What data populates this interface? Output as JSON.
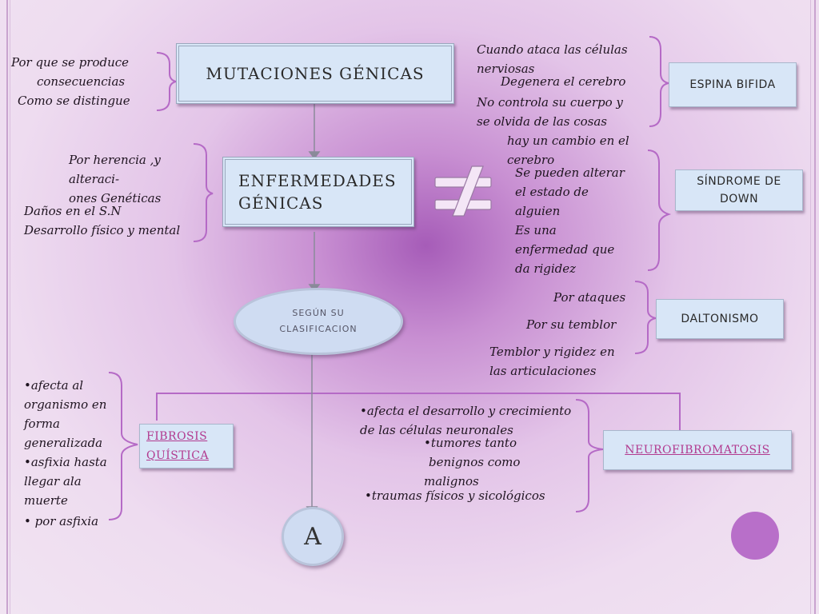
{
  "nodes": {
    "mutaciones": "MUTACIONES GÉNICAS",
    "enfermedades": "ENFERMEDADES GÉNICAS",
    "segun": "SEGÚN SU CLASIFICACION",
    "espina": "ESPINA BIFIDA",
    "sindrome": "SÍNDROME DE DOWN",
    "daltonismo": "DALTONISMO",
    "fibrosis": "FIBROSIS QUÍSTICA",
    "neuro": "NEUROFIBROMATOSIS",
    "a": "A"
  },
  "mutaciones_notes": [
    "Por que se produce",
    "consecuencias",
    "Como se distingue"
  ],
  "enfermedades_notes": [
    "Por herencia ,y",
    "alteraci-",
    "ones  Genéticas",
    "Daños en el S.N",
    "Desarrollo físico y mental"
  ],
  "espina_notes": [
    "Cuando ataca las células",
    "nerviosas",
    "Degenera el cerebro",
    "No controla su cuerpo y",
    "se olvida de las cosas"
  ],
  "sindrome_notes": [
    "hay un cambio en el",
    "cerebro",
    "Se pueden alterar",
    "el estado de",
    "alguien",
    "Es una",
    "enfermedad que",
    "da rigidez"
  ],
  "daltonismo_notes": [
    "Por ataques",
    "Por su temblor",
    "Temblor y rigidez en",
    "las articulaciones"
  ],
  "fibrosis_notes": [
    "•afecta al",
    "organismo en",
    "forma",
    "generalizada",
    "•asfixia hasta",
    "llegar ala",
    "muerte",
    "• por asfixia"
  ],
  "neuro_notes": [
    "•afecta el desarrollo y crecimiento",
    "de las células neuronales",
    "•tumores tanto",
    "benignos como",
    "malignos",
    "•traumas físicos y sicológicos"
  ],
  "colors": {
    "accent": "#b56ac6",
    "box": "#d8e6f7",
    "link": "#b23a8f",
    "circle": "#b86fc9"
  },
  "symbol": "≠"
}
